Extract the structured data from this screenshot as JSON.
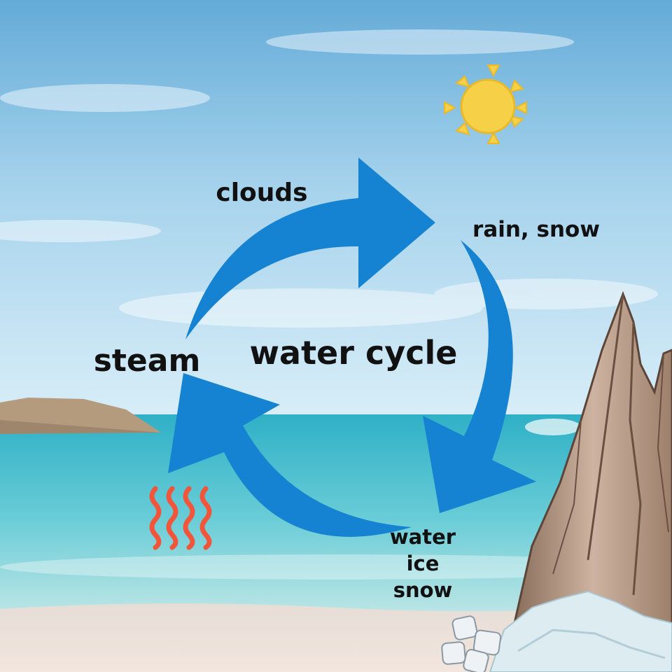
{
  "diagram": {
    "title": "water cycle",
    "stages": [
      {
        "id": "clouds",
        "lines": [
          "clouds"
        ]
      },
      {
        "id": "rain-snow",
        "lines": [
          "rain, snow"
        ]
      },
      {
        "id": "steam",
        "lines": [
          "steam"
        ]
      },
      {
        "id": "water-ice-snow",
        "lines": [
          "water",
          "ice",
          "snow"
        ]
      }
    ]
  },
  "colors": {
    "arrow": "#1583d1",
    "heat": "#f1553a",
    "sun": "#f6d046",
    "sun_outline": "#e9b92c",
    "sky_top": "#6fb3dc",
    "sea": "#4cc3d0",
    "sand": "#eee2d8",
    "rock": "#b59b88"
  },
  "icons": [
    "sun-icon",
    "heat-waves-icon",
    "rock-mountain-icon",
    "ice-cubes-icon",
    "snow-pile-icon",
    "island-icon"
  ]
}
